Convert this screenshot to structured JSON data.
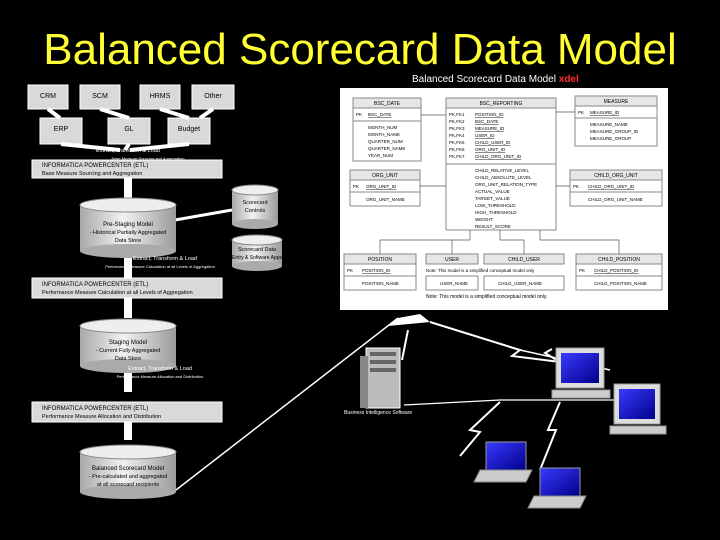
{
  "title": "Balanced Scorecard Data Model",
  "subtitle": "Balanced Scorecard Data Model",
  "subtitle_tail": "xdel",
  "colors": {
    "background": "#000000",
    "title": "#ffff33",
    "box": "#d9d9d9",
    "box_dark": "#bfbfbf",
    "line": "#ffffff",
    "note": "#ffff99"
  },
  "sources_top": [
    "CRM",
    "SCM",
    "HRMS",
    "Other"
  ],
  "sources_mid": [
    "ERP",
    "GL",
    "Budget"
  ],
  "etl1": {
    "label": "Extract, Transform & Load",
    "sub": "Base Measure Sourcing and Aggregation"
  },
  "infa1": {
    "title": "INFORMATICA POWERCENTER (ETL)",
    "sub": "Base Measure Sourcing and Aggregation"
  },
  "scorecard_controls": [
    "Scorecard",
    "Controls"
  ],
  "pre_staging": [
    "Pre-Staging Model",
    "- Historical Partially Aggregated",
    "Data Store"
  ],
  "scorecard_apps": [
    "Scorecard Data",
    "Entry & Software Apps"
  ],
  "etl2": {
    "label": "Extract, Transform & Load",
    "sub": "Performance Measure Calculation at all Levels of Aggregation"
  },
  "infa2": {
    "title": "INFORMATICA POWERCENTER (ETL)",
    "sub": "Performance Measure Calculation at all Levels of Aggregation"
  },
  "staging": [
    "Staging Model",
    "- Current Fully Aggregated",
    "Data Store"
  ],
  "etl3": {
    "label": "Extract, Transform & Load",
    "sub": "Performance Measure Allocation and Distribution"
  },
  "infa3": {
    "title": "INFORMATICA POWERCENTER (ETL)",
    "sub": "Performance Measure Allocation and Distribution"
  },
  "final_model": [
    "Balanced Scorecard Model",
    "- Pre-calculated and aggregated",
    "at all scorecard recipients"
  ],
  "bi_label": "Business Intelligence Software",
  "model_note": "Note: This model is a simplified conceptual model only.",
  "model_note_small": "Note: This model is a simplified conceptual model only",
  "tables": {
    "bsc_date": {
      "name": "BSC_DATE",
      "pk": [
        {
          "key": "PK",
          "field": "BSC_DATE"
        }
      ],
      "fields": [
        "MONTH_NUM",
        "MONTH_NAME",
        "QUARTER_NUM",
        "QUARTER_NAME",
        "YEAR_NUM"
      ]
    },
    "bsc_reporting": {
      "name": "BSC_REPORTING",
      "pk": [
        {
          "key": "PK,FK1",
          "field": "POSITION_ID"
        },
        {
          "key": "PK,FK2",
          "field": "BSC_DATE"
        },
        {
          "key": "PK,FK3",
          "field": "MEASURE_ID"
        },
        {
          "key": "PK,FK4",
          "field": "USER_ID"
        },
        {
          "key": "PK,FK5",
          "field": "CHILD_USER_ID"
        },
        {
          "key": "PK,FK6",
          "field": "ORG_UNIT_ID"
        },
        {
          "key": "PK,FK7",
          "field": "CHILD_ORG_UNIT_ID"
        }
      ],
      "fields": [
        "CHILD_RELATIVE_LEVEL",
        "CHILD_ABSOLUTE_LEVEL",
        "ORG_UNIT_RELATION_TYPE",
        "ACTUAL_VALUE",
        "TARGET_VALUE",
        "LOW_THRESHOLD",
        "HIGH_THRESHOLD",
        "WEIGHT",
        "RESULT_SCORE"
      ]
    },
    "measure": {
      "name": "MEASURE",
      "pk": [
        {
          "key": "PK",
          "field": "MEASURE_ID"
        }
      ],
      "fields": [
        "MEASURE_NAME",
        "MEASURE_GROUP_ID",
        "MEASURE_GROUP"
      ]
    },
    "org_unit": {
      "name": "ORG_UNIT",
      "pk": [
        {
          "key": "PK",
          "field": "ORG_UNIT_ID"
        }
      ],
      "fields": [
        "ORG_UNIT_NAME"
      ]
    },
    "child_org_unit": {
      "name": "CHILD_ORG_UNIT",
      "pk": [
        {
          "key": "PK",
          "field": "CHILD_ORG_UNIT_ID"
        }
      ],
      "fields": [
        "CHILD_ORG_UNIT_NAME"
      ]
    },
    "position": {
      "name": "POSITION",
      "pk": [
        {
          "key": "PK",
          "field": "POSITION_ID"
        }
      ],
      "fields": [
        "POSITION_NAME"
      ]
    },
    "user": {
      "name": "USER",
      "pk": [
        {
          "key": "",
          "field": ""
        }
      ],
      "fields": [
        "USER_NAME"
      ]
    },
    "child_user": {
      "name": "CHILD_USER",
      "pk": [
        {
          "key": "",
          "field": ""
        }
      ],
      "fields": [
        "CHILD_USER_NAME"
      ]
    },
    "child_position": {
      "name": "CHILD_POSITION",
      "pk": [
        {
          "key": "PK",
          "field": "CHILD_POSITION_ID"
        }
      ],
      "fields": [
        "CHILD_POSITION_NAME"
      ]
    }
  }
}
